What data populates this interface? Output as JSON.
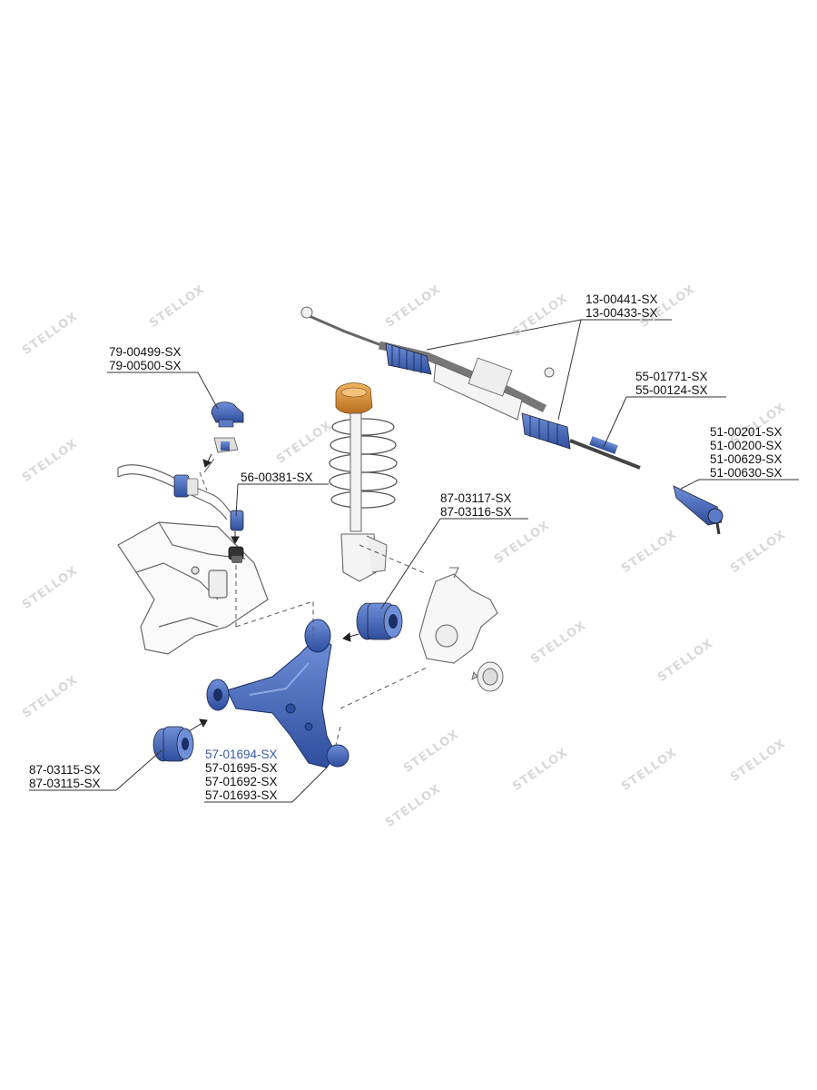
{
  "watermark": "STELLOX",
  "labels": {
    "steering_rack": [
      "13-00441-SX",
      "13-00433-SX"
    ],
    "inner_tie_rod": [
      "55-01771-SX",
      "55-00124-SX"
    ],
    "tie_rod_end": [
      "51-00201-SX",
      "51-00200-SX",
      "51-00629-SX",
      "51-00630-SX"
    ],
    "stabilizer_bush": [
      "79-00499-SX",
      "79-00500-SX"
    ],
    "stabilizer_link": [
      "56-00381-SX"
    ],
    "arm_bush_rear": [
      "87-03117-SX",
      "87-03116-SX"
    ],
    "arm_bush_front": [
      "87-03115-SX",
      "87-03115-SX"
    ],
    "control_arm": [
      "57-01694-SX",
      "57-01695-SX",
      "57-01692-SX",
      "57-01693-SX"
    ]
  },
  "colors": {
    "part_blue": "#3f63b8",
    "part_orange": "#d08a2c",
    "line": "#333333"
  }
}
